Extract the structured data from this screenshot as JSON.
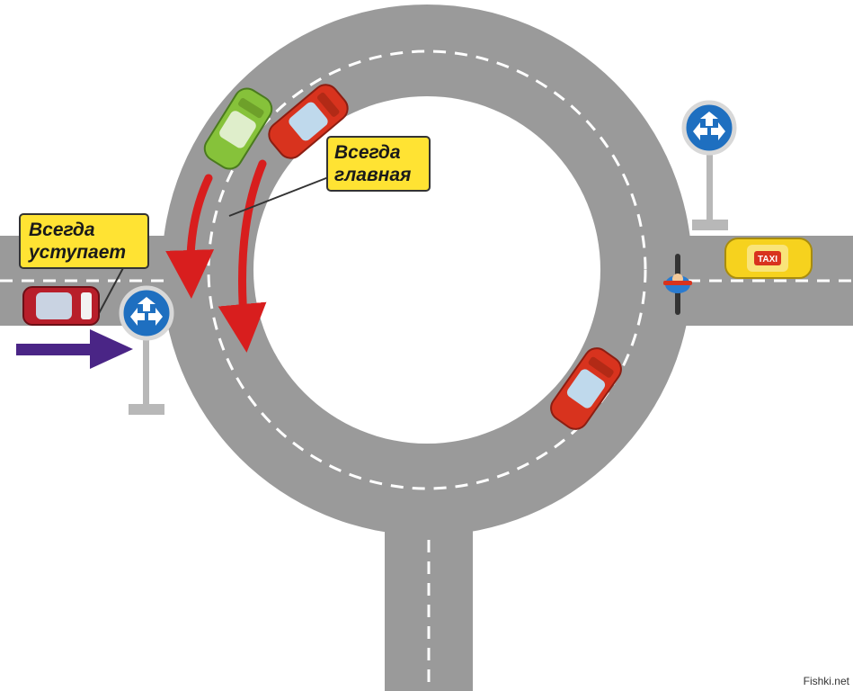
{
  "callouts": {
    "yield": {
      "line1": "Всегда",
      "line2": "уступает"
    },
    "main": {
      "line1": "Всегда",
      "line2": "главная"
    }
  },
  "taxi_label": "TAXI",
  "watermark": "Fishki.net",
  "colors": {
    "road": "#9a9a9a",
    "road_edge": "#8c8c8c",
    "marking": "#ffffff",
    "callout_fill": "#ffe333",
    "callout_border": "#333333",
    "direction_arrow": "#d81e1e",
    "entry_arrow": "#4a2586",
    "sign_blue": "#1e6fc0",
    "car_red": "#d8331e",
    "car_green": "#86c23a",
    "car_dark_red": "#b81e2a",
    "taxi_yellow": "#f6d21e"
  },
  "icons": [
    "roundabout-sign-icon",
    "red-arrow-icon",
    "purple-arrow-icon",
    "car-icon",
    "taxi-icon",
    "cyclist-icon"
  ]
}
